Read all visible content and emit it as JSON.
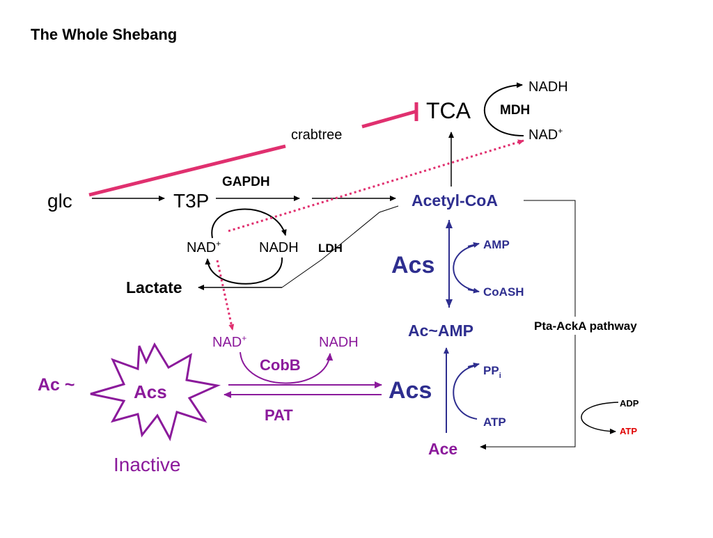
{
  "title": "The Whole Shebang",
  "colors": {
    "black": "#000000",
    "navy": "#2e2e8f",
    "purple": "#8b1a9b",
    "magenta": "#e0306f",
    "red": "#e00000"
  },
  "labels": {
    "tca": "TCA",
    "mdh": "MDH",
    "nadh_tca": "NADH",
    "nad_tca": "NAD",
    "nad_tca_sup": "+",
    "crabtree": "crabtree",
    "gapdh": "GAPDH",
    "glc": "glc",
    "t3p": "T3P",
    "acetyl_coa": "Acetyl-CoA",
    "nad_glyc": "NAD",
    "nad_glyc_sup": "+",
    "nadh_glyc": "NADH",
    "ldh": "LDH",
    "lactate": "Lactate",
    "acs_top": "Acs",
    "amp": "AMP",
    "coash": "CoASH",
    "ac_amp": "Ac~AMP",
    "pta_acka": "Pta-AckA pathway",
    "nad_cobb": "NAD",
    "nad_cobb_sup": "+",
    "nadh_cobb": "NADH",
    "cobb": "CobB",
    "pat": "PAT",
    "ac_tilde": "Ac ~",
    "acs_inactive": "Acs",
    "inactive": "Inactive",
    "acs_bottom": "Acs",
    "pp": "PP",
    "pp_sub": "i",
    "atp_acs": "ATP",
    "ace": "Ace",
    "adp": "ADP",
    "atp_red": "ATP"
  }
}
